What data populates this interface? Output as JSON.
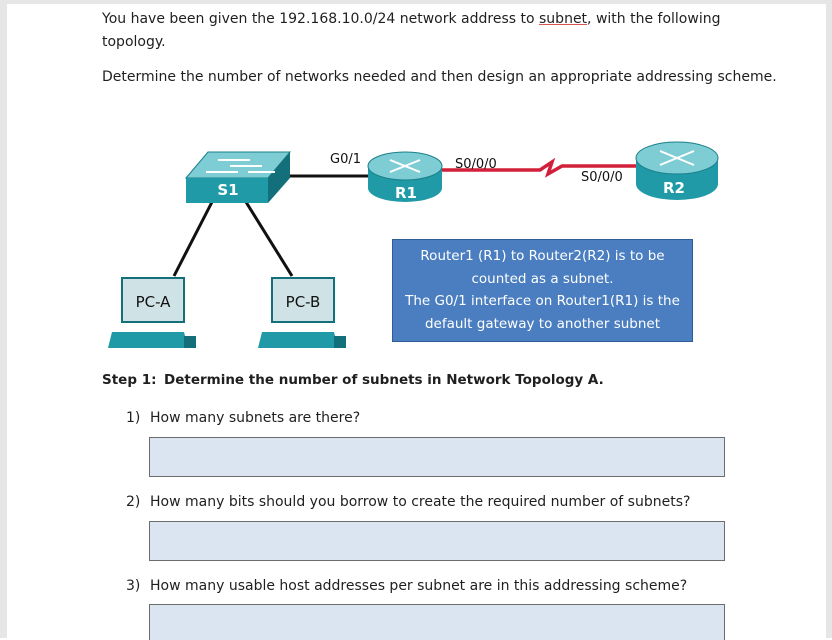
{
  "intro": {
    "line1_pre": "You have been given the 192.168.10.0/24 network address to ",
    "line1_link": "subnet",
    "line1_post": ", with the following",
    "line2": "topology.",
    "line3": "Determine the number of networks needed and then design an appropriate addressing scheme."
  },
  "topology": {
    "switch_label": "S1",
    "router1_label": "R1",
    "router2_label": "R2",
    "pc_a_label": "PC-A",
    "pc_b_label": "PC-B",
    "interface_g01": "G0/1",
    "interface_s000_r1": "S0/0/0",
    "interface_s000_r2": "S0/0/0",
    "device_color": "#1f9aa6",
    "serial_link_color": "#d3203a"
  },
  "note": {
    "line1": "Router1 (R1) to Router2(R2) is to be",
    "line2": "counted as a subnet.",
    "line3": "The G0/1 interface on Router1(R1) is the",
    "line4": "default gateway to another subnet",
    "fill_color": "#4a7ec0"
  },
  "step": {
    "number": "Step 1:",
    "title": "Determine the number of subnets in Network Topology A."
  },
  "questions": [
    {
      "number": "1)",
      "text": "How many subnets are there?"
    },
    {
      "number": "2)",
      "text": "How many bits should you borrow to create the required number of subnets?"
    },
    {
      "number": "3)",
      "text": "How many usable host addresses per subnet are in this addressing scheme?"
    }
  ],
  "answers": [
    "",
    "",
    ""
  ]
}
